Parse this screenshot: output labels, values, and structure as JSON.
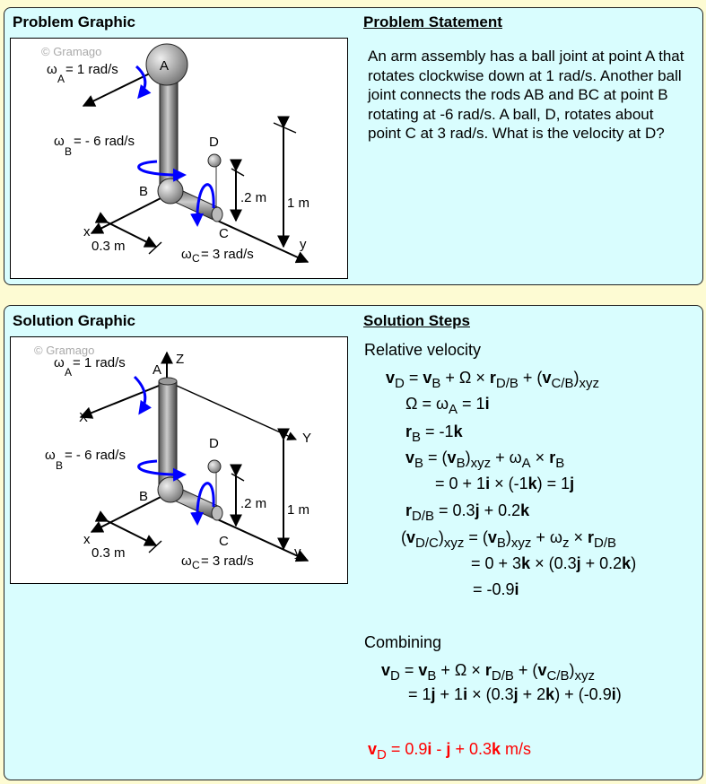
{
  "problem_graphic": {
    "title": "Problem Graphic",
    "watermark": "© Gramago",
    "labels": {
      "omega": "ω",
      "A": "A",
      "wA_sub": "A",
      "wA_val": "= 1 rad/s",
      "wB_sub": "B",
      "wB_val": "= - 6 rad/s",
      "D": "D",
      "B": "B",
      "C": "C",
      "dim_02": ".2 m",
      "dim_1": "1 m",
      "x": "x",
      "y": "y",
      "dim_03": "0.3 m",
      "wC_sub": "C",
      "wC_val": "= 3 rad/s"
    }
  },
  "problem_statement": {
    "title": "Problem Statement",
    "text": "An arm assembly has a ball joint at point A that rotates clockwise down at 1 rad/s. Another ball joint connects the rods AB and BC at point B rotating at -6 rad/s. A ball, D, rotates about point C at 3 rad/s. What is the velocity at D?"
  },
  "solution_graphic": {
    "title": "Solution Graphic",
    "watermark": "© Gramago",
    "labels": {
      "omega": "ω",
      "A": "A",
      "Z": "Z",
      "X": "X",
      "Y": "Y",
      "wA_sub": "A",
      "wA_val": "= 1 rad/s",
      "wB_sub": "B",
      "wB_val": "= - 6 rad/s",
      "D": "D",
      "B": "B",
      "C": "C",
      "dim_02": ".2 m",
      "dim_1": "1 m",
      "x": "x",
      "y": "y",
      "dim_03": "0.3 m",
      "wC_sub": "C",
      "wC_val": "= 3 rad/s"
    }
  },
  "solution_steps": {
    "title": "Solution Steps",
    "heading_relative": "Relative velocity",
    "heading_combining": "Combining",
    "lines": [
      [
        [
          "v",
          "b"
        ],
        [
          "D",
          "s"
        ],
        [
          " = ",
          ""
        ],
        [
          "v",
          "b"
        ],
        [
          "B",
          "s"
        ],
        [
          " + Ω × ",
          ""
        ],
        [
          "r",
          "b"
        ],
        [
          "D/B",
          "s"
        ],
        [
          " + (",
          ""
        ],
        [
          "v",
          "b"
        ],
        [
          "C/B",
          "s"
        ],
        [
          ")",
          ""
        ],
        [
          "xyz",
          "s"
        ]
      ],
      [
        [
          "Ω = ω",
          ""
        ],
        [
          "A",
          "s"
        ],
        [
          " = 1",
          ""
        ],
        [
          "i",
          "b"
        ]
      ],
      [
        [
          "r",
          "b"
        ],
        [
          "B",
          "s"
        ],
        [
          " = -1",
          ""
        ],
        [
          "k",
          "b"
        ]
      ],
      [
        [
          "v",
          "b"
        ],
        [
          "B",
          "s"
        ],
        [
          " = (",
          ""
        ],
        [
          "v",
          "b"
        ],
        [
          "B",
          "s"
        ],
        [
          ")",
          ""
        ],
        [
          "xyz",
          "s"
        ],
        [
          " + ω",
          ""
        ],
        [
          "A",
          "s"
        ],
        [
          " × ",
          ""
        ],
        [
          "r",
          "b"
        ],
        [
          "B",
          "s"
        ]
      ],
      [
        [
          "= 0 + 1",
          ""
        ],
        [
          "i",
          "b"
        ],
        [
          " × (-1",
          ""
        ],
        [
          "k",
          "b"
        ],
        [
          ") = 1",
          ""
        ],
        [
          "j",
          "b"
        ]
      ],
      [
        [
          "r",
          "b"
        ],
        [
          "D/B",
          "s"
        ],
        [
          " = 0.3",
          ""
        ],
        [
          "j",
          "b"
        ],
        [
          " + 0.2",
          ""
        ],
        [
          "k",
          "b"
        ]
      ],
      [
        [
          "(",
          ""
        ],
        [
          "v",
          "b"
        ],
        [
          "D/C",
          "s"
        ],
        [
          ")",
          ""
        ],
        [
          "xyz",
          "s"
        ],
        [
          " = (",
          ""
        ],
        [
          "v",
          "b"
        ],
        [
          "B",
          "s"
        ],
        [
          ")",
          ""
        ],
        [
          "xyz",
          "s"
        ],
        [
          " + ω",
          ""
        ],
        [
          "z",
          "s"
        ],
        [
          " × ",
          ""
        ],
        [
          "r",
          "b"
        ],
        [
          "D/B",
          "s"
        ]
      ],
      [
        [
          "= 0 + 3",
          ""
        ],
        [
          "k",
          "b"
        ],
        [
          " × (0.3",
          ""
        ],
        [
          "j",
          "b"
        ],
        [
          " + 0.2",
          ""
        ],
        [
          "k",
          "b"
        ],
        [
          ")",
          ""
        ]
      ],
      [
        [
          "= -0.9",
          ""
        ],
        [
          "i",
          "b"
        ]
      ],
      [
        [
          "v",
          "b"
        ],
        [
          "D",
          "s"
        ],
        [
          " = ",
          ""
        ],
        [
          "v",
          "b"
        ],
        [
          "B",
          "s"
        ],
        [
          " + Ω × ",
          ""
        ],
        [
          "r",
          "b"
        ],
        [
          "D/B",
          "s"
        ],
        [
          " + (",
          ""
        ],
        [
          "v",
          "b"
        ],
        [
          "C/B",
          "s"
        ],
        [
          ")",
          ""
        ],
        [
          "xyz",
          "s"
        ]
      ],
      [
        [
          "= 1",
          ""
        ],
        [
          "j",
          "b"
        ],
        [
          " + 1",
          ""
        ],
        [
          "i",
          "b"
        ],
        [
          " × (0.3",
          ""
        ],
        [
          "j",
          "b"
        ],
        [
          " + 2",
          ""
        ],
        [
          "k",
          "b"
        ],
        [
          ") + (-0.9",
          ""
        ],
        [
          "i",
          "b"
        ],
        [
          ")",
          ""
        ]
      ]
    ],
    "answer": [
      [
        "v",
        "b"
      ],
      [
        "D",
        "s"
      ],
      [
        " = 0.9",
        ""
      ],
      [
        "i",
        "b"
      ],
      [
        " - ",
        ""
      ],
      [
        "j",
        "b"
      ],
      [
        " + 0.3",
        ""
      ],
      [
        "k",
        "b"
      ],
      [
        " m/s",
        ""
      ]
    ],
    "answer_color": "#ff0000"
  }
}
